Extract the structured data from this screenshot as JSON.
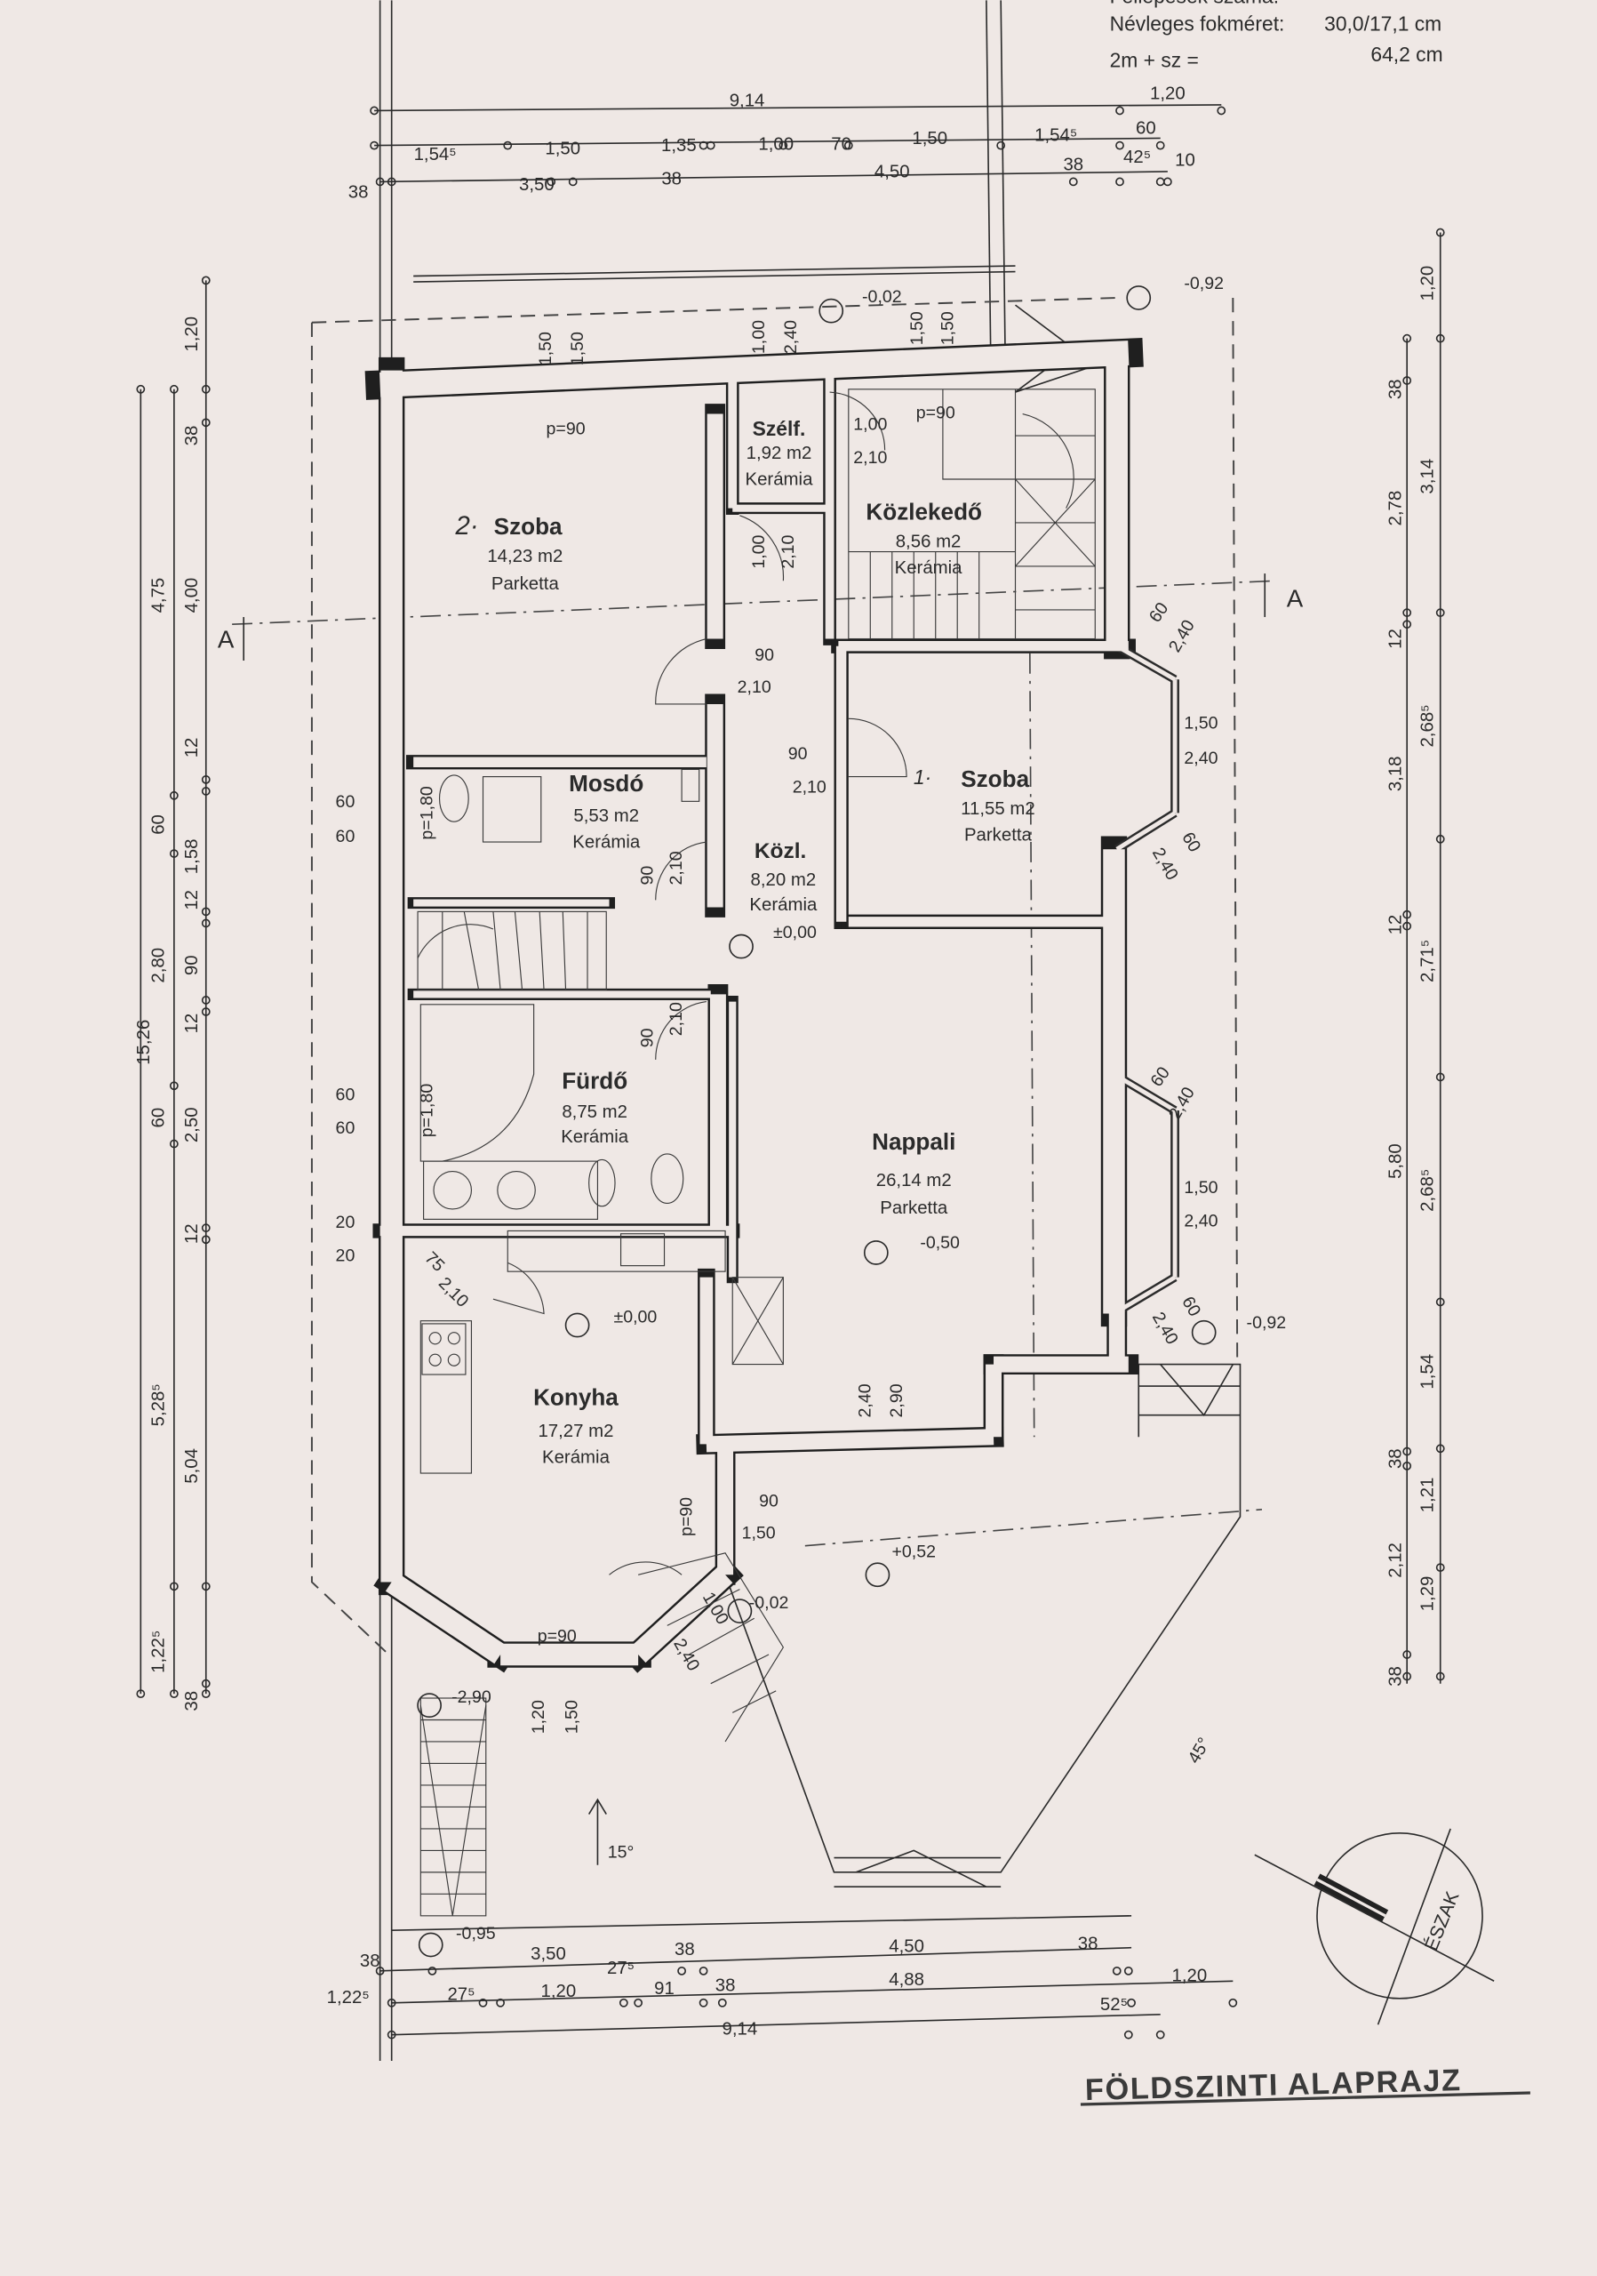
{
  "header_info": {
    "steps_label": "Fellépések száma:",
    "nominal_step_label": "Névleges fokméret:",
    "nominal_step_value": "30,0/17,1 cm",
    "formula_label": "2m + sz =",
    "formula_value": "64,2 cm"
  },
  "title": "FÖLDSZINTI ALAPRAJZ",
  "north_label": "ÉSZAK",
  "section_marker": "A",
  "rooms": [
    {
      "number": "2·",
      "name": "Szoba",
      "area": "14,23 m2",
      "floor": "Parketta"
    },
    {
      "name": "Szélf.",
      "area": "1,92 m2",
      "floor": "Kerámia"
    },
    {
      "name": "Közlekedő",
      "area": "8,56 m2",
      "floor": "Kerámia"
    },
    {
      "name": "Mosdó",
      "area": "5,53 m2",
      "floor": "Kerámia"
    },
    {
      "name": "Közl.",
      "area": "8,20 m2",
      "floor": "Kerámia"
    },
    {
      "number": "1·",
      "name": "Szoba",
      "area": "11,55 m2",
      "floor": "Parketta"
    },
    {
      "name": "Fürdő",
      "area": "8,75 m2",
      "floor": "Kerámia"
    },
    {
      "name": "Nappali",
      "area": "26,14 m2",
      "floor": "Parketta"
    },
    {
      "name": "Konyha",
      "area": "17,27 m2",
      "floor": "Kerámia"
    }
  ],
  "dimensions": {
    "top_row1": [
      "9,14",
      "1,20"
    ],
    "top_row2": [
      "1,54⁵",
      "1,50",
      "1,35",
      "1,00",
      "70",
      "1,50",
      "1,54⁵",
      "60"
    ],
    "top_row3": [
      "38",
      "3,50",
      "38",
      "4,50",
      "38",
      "42⁵",
      "10"
    ],
    "left_outer": [
      "15,26"
    ],
    "left_mid": [
      "4,75",
      "60",
      "2,80",
      "60",
      "5,28⁵",
      "1,22⁵"
    ],
    "left_inner": [
      "1,20",
      "38",
      "4,00",
      "12",
      "1,58",
      "12",
      "90",
      "12",
      "2,50",
      "12",
      "5,04",
      "38"
    ],
    "right_inner": [
      "38",
      "2,78",
      "12",
      "3,18",
      "12",
      "5,80",
      "38",
      "2,12",
      "38"
    ],
    "right_outer": [
      "1,20",
      "3,14",
      "2,68⁵",
      "2,71⁵",
      "2,68⁵",
      "1,54",
      "1,21",
      "1,29"
    ],
    "bottom_row1": [
      "38",
      "3,50",
      "38",
      "4,50",
      "38"
    ],
    "bottom_row2": [
      "1,22⁵",
      "27⁵",
      "1,20",
      "27⁵",
      "91",
      "38",
      "4,88",
      "1,20"
    ],
    "bottom_row3": [
      "9,14",
      "52⁵"
    ]
  },
  "annotations": {
    "win_top1_a": "1,50",
    "win_top1_b": "1,50",
    "win_top2_a": "1,00",
    "win_top2_b": "2,40",
    "win_top3_a": "1,50",
    "win_top3_b": "1,50",
    "level_entry": "-0,02",
    "level_top_right": "-0,92",
    "p90_room2": "p=90",
    "p90_stair": "p=90",
    "door_szelf_w": "1,00",
    "door_szelf_h": "2,10",
    "door_wc_w": "1,00",
    "door_wc_h": "2,10",
    "door_room2_w": "90",
    "door_room2_h": "2,10",
    "door_room1_w": "90",
    "door_room1_h": "2,10",
    "bay1_a": "60",
    "bay1_b": "2,40",
    "bay1_c": "1,50",
    "bay1_d": "2,40",
    "bay1_e": "60",
    "bay1_f": "2,40",
    "bay2_a": "60",
    "bay2_b": "2,40",
    "bay2_c": "1,50",
    "bay2_d": "2,40",
    "bay2_e": "60",
    "bay2_f": "2,40",
    "level_right": "-0,92",
    "win_left1_a": "60",
    "win_left1_b": "60",
    "win_left2_a": "60",
    "win_left2_b": "60",
    "win_left3_a": "20",
    "win_left3_b": "20",
    "p180_mosdo": "p=1,80",
    "p180_furdo": "p=1,80",
    "door_mosdo_w": "90",
    "door_mosdo_h": "2,10",
    "door_furdo_w": "90",
    "door_furdo_h": "2,10",
    "level_kozl": "±0,00",
    "level_nappali": "-0,50",
    "level_konyha": "±0,00",
    "door_kitchen_w": "75",
    "door_kitchen_h": "2,10",
    "nappali_open_a": "2,40",
    "nappali_open_b": "2,90",
    "p90_kitchen_side": "p=90",
    "door_terrace_w": "90",
    "door_terrace_h": "1,50",
    "level_terrace": "+0,52",
    "level_entry2": "-0,02",
    "p90_kitchen": "p=90",
    "door_entry_w": "1,00",
    "door_entry_h": "2,40",
    "level_stair_down": "-2,90",
    "win_bottom_a": "1,20",
    "win_bottom_b": "1,50",
    "ramp_angle": "15°",
    "level_bottom": "-0,95",
    "terrace_angle": "45°"
  }
}
